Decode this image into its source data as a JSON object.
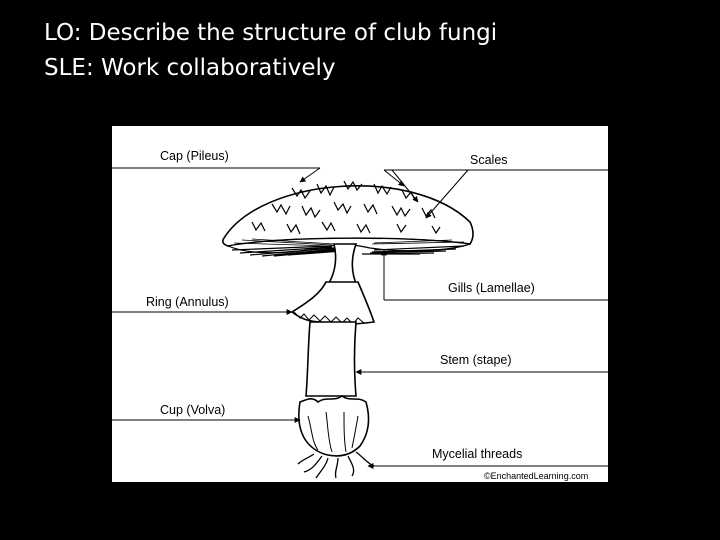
{
  "slide": {
    "objective": "LO: Describe the structure of club fungi",
    "skill": "SLE: Work collaboratively"
  },
  "diagram": {
    "labels": {
      "cap": "Cap (Pileus)",
      "scales": "Scales",
      "gills": "Gills (Lamellae)",
      "ring": "Ring (Annulus)",
      "stem": "Stem (stape)",
      "cup": "Cup (Volva)",
      "mycelial": "Mycelial threads"
    },
    "copyright": "©EnchantedLearning.com"
  }
}
